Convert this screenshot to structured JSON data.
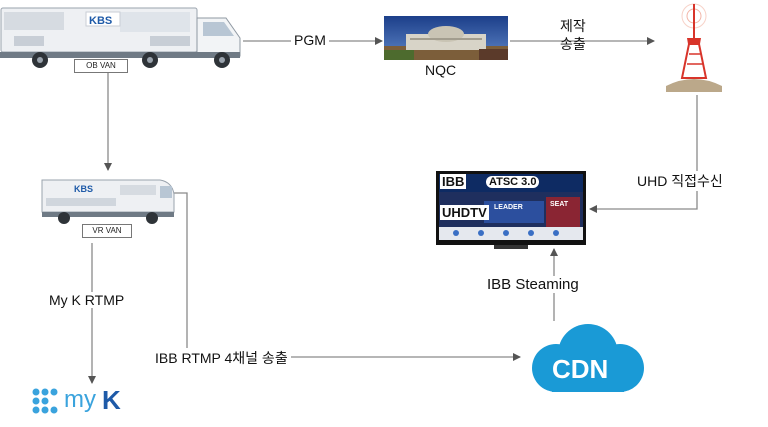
{
  "ob_van": {
    "tag": "OB VAN",
    "logo": "KBS"
  },
  "vr_van": {
    "tag": "VR VAN",
    "logo": "KBS"
  },
  "nqc": {
    "label": "NQC"
  },
  "tv": {
    "ibb": "IBB",
    "atsc": "ATSC 3.0",
    "uhdtv": "UHDTV",
    "leader": "LEADER",
    "seat": "SEAT"
  },
  "cdn": {
    "label": "CDN"
  },
  "myk": {
    "my": "my",
    "k": "K"
  },
  "edges": {
    "pgm": "PGM",
    "produce_line1": "제작",
    "produce_line2": "송출",
    "uhd_direct": "UHD 직접수신",
    "ibb_streaming": "IBB Steaming",
    "myk_rtmp": "My K RTMP",
    "ibb_rtmp": "IBB RTMP 4채널 송출"
  },
  "colors": {
    "connector": "#8a8a8a",
    "cdn_blue": "#1a9ad6",
    "tower_red": "#d8342a",
    "myk_blue": "#3aa3dd",
    "kbs_blue": "#1e5aa8"
  }
}
